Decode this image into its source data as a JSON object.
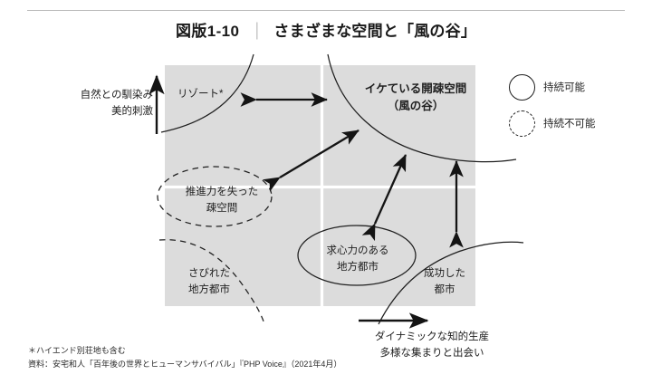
{
  "header": {
    "figure_number": "図版1-10",
    "separator": "｜",
    "title": "さまざまな空間と「風の谷」"
  },
  "axes": {
    "y_label_line1": "自然との馴染み",
    "y_label_line2": "美的刺激",
    "y_arrow_icon": "up-arrow-icon",
    "x_label_line1": "ダイナミックな知的生産",
    "x_label_line2": "多様な集まりと出会い",
    "x_arrow_icon": "right-arrow-icon"
  },
  "quadrants": {
    "top_left": "リゾート*",
    "top_right_line1": "イケている開疎空間",
    "top_right_line2": "（風の谷）",
    "mid_left_line1": "推進力を失った",
    "mid_left_line2": "疎空間",
    "bottom_left_line1": "さびれた",
    "bottom_left_line2": "地方都市",
    "bottom_mid_line1": "求心力のある",
    "bottom_mid_line2": "地方都市",
    "bottom_right_line1": "成功した",
    "bottom_right_line2": "都市"
  },
  "legend": {
    "items": [
      {
        "mark": "solid-circle-icon",
        "label": "持続可能"
      },
      {
        "mark": "dashed-circle-icon",
        "label": "持続不可能"
      }
    ]
  },
  "footnotes": {
    "note": "＊ハイエンド別荘地も含む",
    "source": "資料：安宅和人「百年後の世界とヒューマンサバイバル」『PHP Voice』（2021年4月）"
  },
  "colors": {
    "plot_background": "#dcdcdc",
    "gridline": "#ffffff",
    "stroke": "#1f1f1f",
    "text": "#231f20",
    "rule": "#b8b8b8"
  },
  "chart_data": {
    "type": "scatter",
    "title": "さまざまな空間と「風の谷」",
    "xlabel": "ダイナミックな知的生産／多様な集まりと出会い",
    "ylabel": "自然との馴染み／美的刺激",
    "grid": true,
    "legend_position": "right",
    "items": [
      {
        "label": "リゾート*",
        "quadrant": "top-left",
        "sustainability": "持続可能"
      },
      {
        "label": "イケている開疎空間（風の谷）",
        "quadrant": "top-right",
        "sustainability": "持続可能"
      },
      {
        "label": "推進力を失った疎空間",
        "quadrant": "mid-left",
        "sustainability": "持続不可能"
      },
      {
        "label": "さびれた地方都市",
        "quadrant": "bottom-left",
        "sustainability": "持続不可能"
      },
      {
        "label": "求心力のある地方都市",
        "quadrant": "bottom-center",
        "sustainability": "持続可能"
      },
      {
        "label": "成功した都市",
        "quadrant": "bottom-right",
        "sustainability": "持続可能"
      }
    ],
    "connections": [
      {
        "from": "リゾート*",
        "to": "イケている開疎空間（風の谷）",
        "style": "double-arrow"
      },
      {
        "from": "推進力を失った疎空間",
        "to": "イケている開疎空間（風の谷）",
        "style": "double-arrow"
      },
      {
        "from": "求心力のある地方都市",
        "to": "イケている開疎空間（風の谷）",
        "style": "double-arrow"
      },
      {
        "from": "成功した都市",
        "to": "イケている開疎空間（風の谷）",
        "style": "double-arrow"
      }
    ]
  }
}
